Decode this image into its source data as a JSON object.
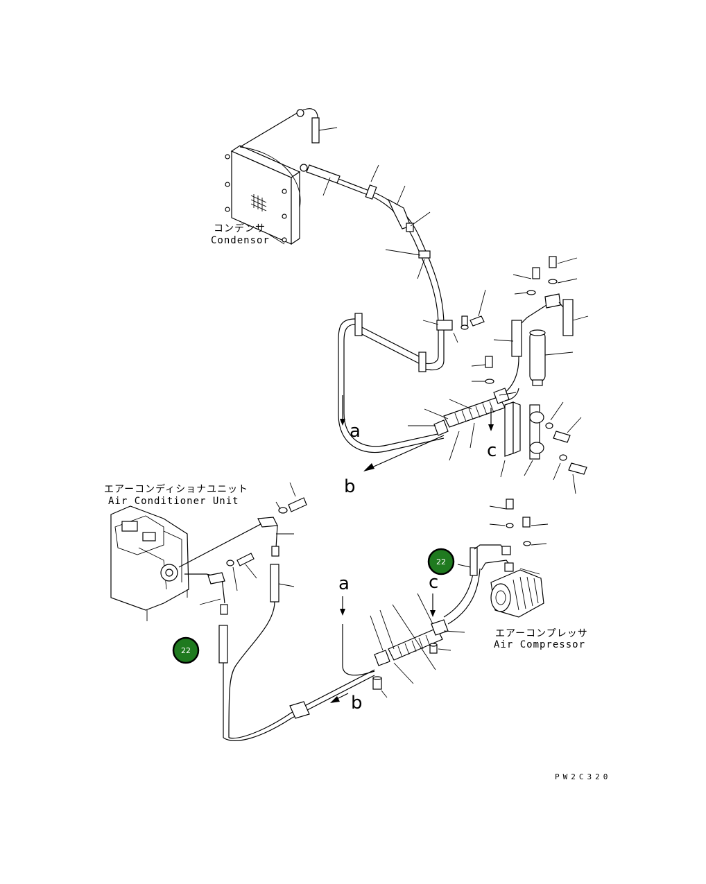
{
  "labels": {
    "condensor_jp": "コンデンサ",
    "condensor_en": "Condensor",
    "ac_unit_jp": "エアーコンディショナユニット",
    "ac_unit_en": "Air Conditioner Unit",
    "compressor_jp": "エアーコンプレッサ",
    "compressor_en": "Air Compressor"
  },
  "markers": {
    "a_top": "a",
    "b_top": "b",
    "c_top": "c",
    "a_bottom": "a",
    "b_bottom": "b",
    "c_bottom": "c"
  },
  "badges": {
    "upper": "22",
    "lower": "22"
  },
  "drawing_code": "PW2C320",
  "colors": {
    "badge_fill": "#1f7a1f",
    "line": "#000000"
  }
}
